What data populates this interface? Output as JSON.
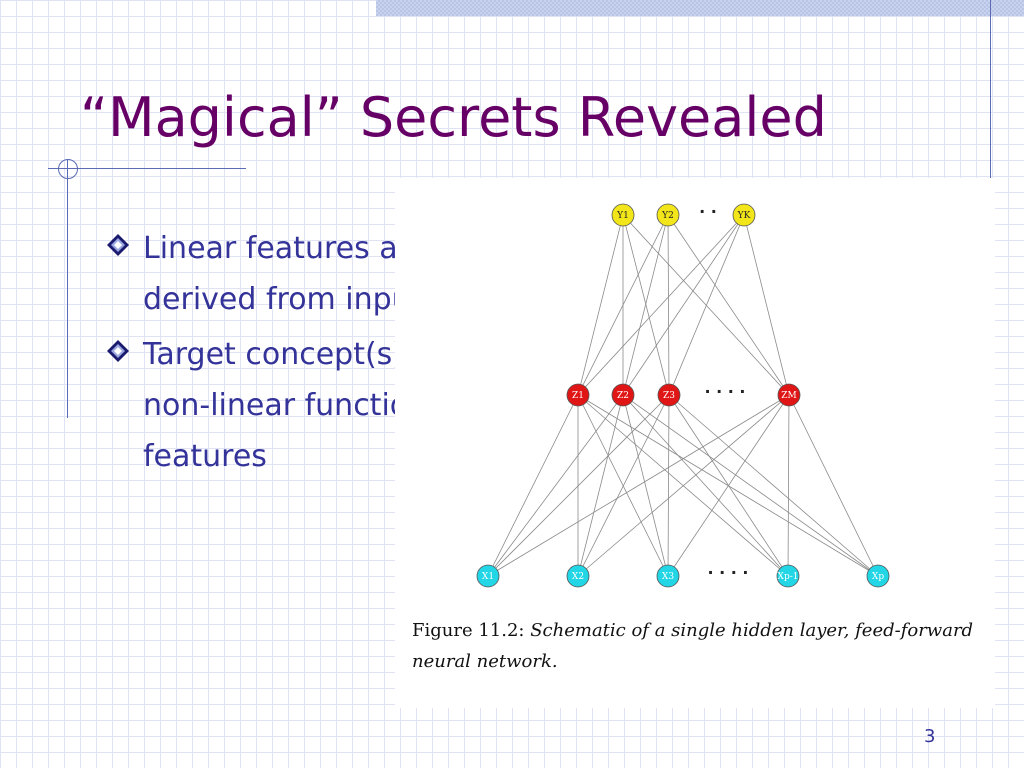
{
  "slide": {
    "title": "“Magical” Secrets Revealed",
    "bullets": [
      {
        "text": "Linear features are derived from inputs"
      },
      {
        "text": "Target concept(s) are non-linear functions of features"
      }
    ],
    "page_number": "3"
  },
  "figure": {
    "caption_label": "Figure 11.2:",
    "caption_text": "Schematic of a single hidden layer, feed-forward neural network.",
    "layers": {
      "output": {
        "labels": [
          "Y1",
          "Y2",
          "YK"
        ],
        "ellipsis": "· ·",
        "color": "#f2e61a"
      },
      "hidden": {
        "labels": [
          "Z1",
          "Z2",
          "Z3",
          "ZM"
        ],
        "ellipsis": "· · · ·",
        "color": "#e01515"
      },
      "input": {
        "labels": [
          "X1",
          "X2",
          "X3",
          "Xp-1",
          "Xp"
        ],
        "ellipsis": "· · · ·",
        "color": "#22d6e6"
      }
    }
  },
  "colors": {
    "title": "#660066",
    "body_text": "#333399",
    "accent_line": "#5b6bb5",
    "edge": "#8a8a8a"
  },
  "icons": {
    "bullet": "diamond-bullet-icon"
  }
}
